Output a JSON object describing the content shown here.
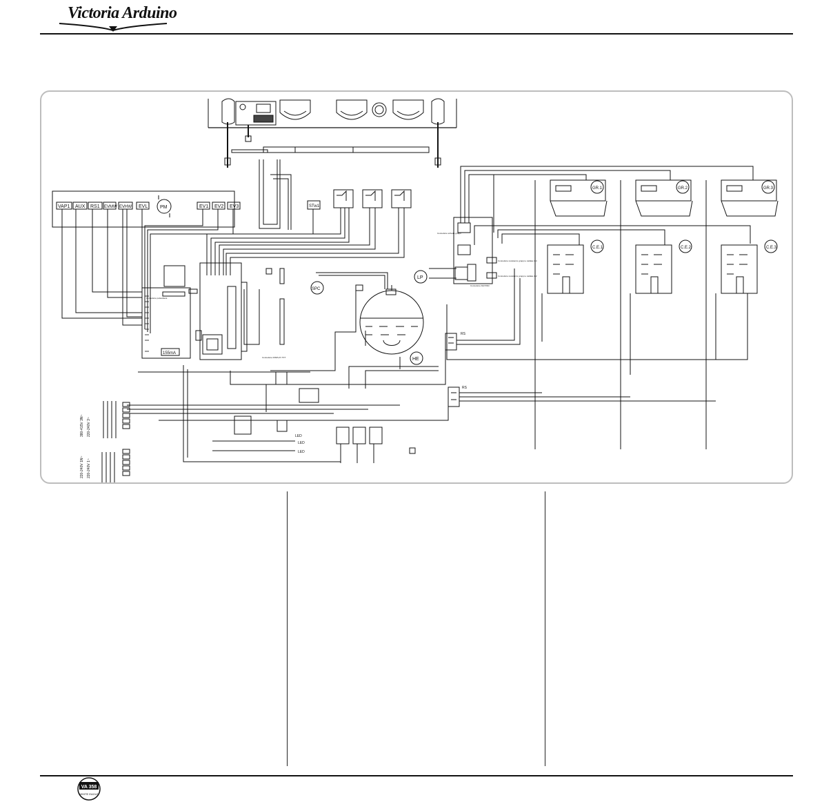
{
  "header": {
    "brand": "Victoria Arduino"
  },
  "diagram": {
    "loads": [
      "VAP1",
      "AUX",
      "RS1",
      "EVMW",
      "EVHW",
      "EVL",
      "EV1",
      "EV2",
      "EV3"
    ],
    "pump_label": "PM",
    "steam_label": "STw1",
    "boiler_labels": {
      "pressure_probe": "LP",
      "pressure_control": "SPC",
      "heating_element": "HE"
    },
    "groups": [
      "GR.1",
      "GR.2",
      "GR.3"
    ],
    "coffee_boilers": [
      "C.E.1",
      "C.E.2",
      "C.E.3"
    ],
    "solid_state": "RS",
    "led_labels": [
      "LED",
      "LED",
      "LED"
    ],
    "fuse_label": "155mA",
    "supply": {
      "three_phase": [
        "380-415V 3N~",
        "220-240V 3~"
      ],
      "single_phase": [
        "220-240V 1N~",
        "220-240V 1~"
      ]
    },
    "small_labels": {
      "connector_buttons": "Connettore pulsantiera",
      "connector_display": "Connettore DISPLAY TFT",
      "connector_keypad": "Connettore KEYPAD",
      "connector_groups_34": "Connettore resistenze gruppi e caldaie 3-4",
      "connector_groups_12": "Connettore resistenze gruppi e caldaie 1-2",
      "connector_board": "Connettore scheda gruppi"
    }
  },
  "footer": {
    "badge_top": "VA 358",
    "badge_bottom": "WHITE EAGLE"
  }
}
